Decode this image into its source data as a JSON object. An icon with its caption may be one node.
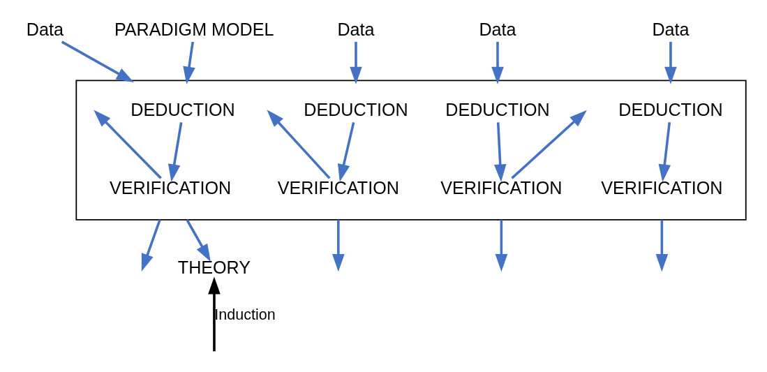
{
  "diagram": {
    "nodes": [
      {
        "text": [
          "Data"
        ]
      },
      {
        "text": [
          "Data"
        ]
      },
      {
        "text": [
          "Data"
        ]
      },
      {
        "text": [
          "Data"
        ]
      },
      {
        "text": [
          "PARADIGM MODEL"
        ]
      },
      {
        "text": [],
        "shape": "box"
      },
      {
        "text": [
          "DEDUCTION"
        ],
        "in": 5
      },
      {
        "text": [
          "DEDUCTION"
        ],
        "in": 5
      },
      {
        "text": [
          "DEDUCTION"
        ],
        "in": 5
      },
      {
        "text": [
          "DEDUCTION"
        ],
        "in": 5
      },
      {
        "text": [
          "VERIFICATION"
        ],
        "in": 5
      },
      {
        "text": [
          "VERIFICATION"
        ],
        "in": 5
      },
      {
        "text": [
          "VERIFICATION"
        ],
        "in": 5
      },
      {
        "text": [
          "VERIFICATION"
        ],
        "in": 5
      },
      {
        "text": [
          "THEORY"
        ]
      }
    ],
    "edges": [
      {
        "from": 0,
        "to": 5,
        "arrow": "to"
      },
      {
        "from": 1,
        "to": 5,
        "arrow": "to"
      },
      {
        "from": 2,
        "to": 5,
        "arrow": "to"
      },
      {
        "from": 3,
        "to": 5,
        "arrow": "to"
      },
      {
        "from": 4,
        "to": 5,
        "arrow": "to"
      },
      {
        "from": 6,
        "to": 10,
        "arrow": "to"
      },
      {
        "from": 10,
        "to": null,
        "arrow": "to"
      },
      {
        "from": 7,
        "to": 11,
        "arrow": "to"
      },
      {
        "from": 11,
        "to": null,
        "arrow": "to"
      },
      {
        "from": 8,
        "to": 12,
        "arrow": "to"
      },
      {
        "from": 12,
        "to": null,
        "arrow": "to"
      },
      {
        "from": 9,
        "to": 13,
        "arrow": "to"
      },
      {
        "from": 5,
        "to": null,
        "arrow": "to"
      },
      {
        "from": 5,
        "to": null,
        "arrow": "to"
      },
      {
        "from": 5,
        "to": null,
        "arrow": "to"
      },
      {
        "from": 5,
        "to": null,
        "arrow": "to"
      },
      {
        "from": 5,
        "to": 14,
        "arrow": "to"
      },
      {
        "from": null,
        "to": 14,
        "arrow": "to",
        "label": "Induction",
        "color": "#000000"
      }
    ]
  }
}
